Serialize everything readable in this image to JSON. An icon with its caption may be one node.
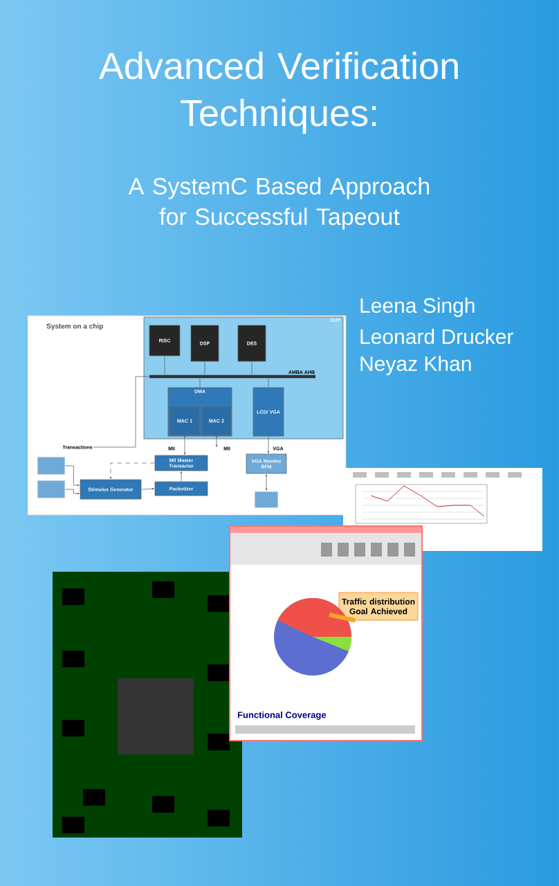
{
  "diagram": {
    "title": "Advanced Verification Techniques:",
    "nodes": [
      {
        "text": [
          "DUT"
        ]
      },
      {
        "text": [
          "RISC"
        ],
        "in": 0
      },
      {
        "text": [
          "DSP"
        ],
        "in": 0
      },
      {
        "text": [
          "DES"
        ],
        "in": 0
      },
      {
        "text": [
          "AMBA AHB"
        ],
        "in": 0
      },
      {
        "text": [
          "DMA"
        ],
        "in": 0
      },
      {
        "text": [
          "MAC 1"
        ],
        "in": 5
      },
      {
        "text": [
          "MAC 2"
        ],
        "in": 5
      },
      {
        "text": [
          "LCD/ VGA"
        ],
        "in": 0
      },
      {
        "text": [
          "MII Master Transactor"
        ]
      },
      {
        "text": [
          "Packetizer"
        ]
      },
      {
        "text": [
          "Stimulus Generator"
        ]
      },
      {
        "text": [
          "VGA Monitor BFM"
        ]
      },
      {
        "text": [],
        "shape": "cylinder"
      },
      {
        "text": [],
        "shape": "cylinder"
      },
      {
        "text": [
          "Transactions"
        ]
      },
      {
        "text": [],
        "shape": "cylinder"
      },
      {
        "text": [
          "Traffic distribution Goal Achieved"
        ]
      },
      {
        "text": [],
        "shape": "circle"
      }
    ],
    "edges": [
      {
        "from": 1,
        "to": 4,
        "arrow": "none"
      },
      {
        "from": 2,
        "to": 4,
        "arrow": "none"
      },
      {
        "from": 3,
        "to": 4,
        "arrow": "none"
      },
      {
        "from": 4,
        "to": 5,
        "arrow": "none"
      },
      {
        "from": 4,
        "to": 8,
        "arrow": "none"
      },
      {
        "from": 15,
        "to": 4,
        "arrow": "none"
      },
      {
        "from": 6,
        "to": 9,
        "arrow": "both",
        "label": "MII"
      },
      {
        "from": 7,
        "to": null,
        "arrow": "both",
        "label": "MII"
      },
      {
        "from": 8,
        "to": 12,
        "arrow": "to",
        "label": "VGA"
      },
      {
        "from": 12,
        "to": 16,
        "arrow": "both"
      },
      {
        "from": 13,
        "to": 11,
        "arrow": "to"
      },
      {
        "from": 14,
        "to": 11,
        "arrow": "to"
      },
      {
        "from": 11,
        "to": 10,
        "arrow": "to"
      },
      {
        "from": 10,
        "to": 9,
        "arrow": "to"
      },
      {
        "from": 9,
        "to": 11,
        "arrow": "to",
        "style": "dashed"
      },
      {
        "from": 17,
        "to": 18,
        "arrow": "none",
        "style": "thick",
        "color": "#f5a623"
      }
    ],
    "labels": [
      "A SystemC Based Approach for Successful Tapeout",
      "Leena Singh",
      "Leonard Drucker",
      "Neyaz Khan",
      "System on a chip",
      "Functional Coverage"
    ]
  }
}
